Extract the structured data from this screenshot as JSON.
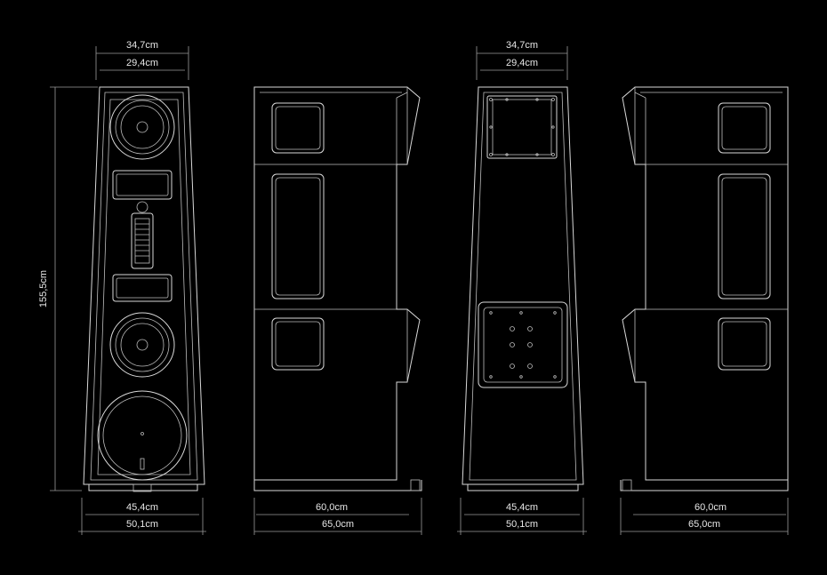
{
  "views": {
    "front": {
      "top_outer": "34,7cm",
      "top_inner": "29,4cm",
      "height": "155,5cm",
      "base_inner": "45,4cm",
      "base_outer": "50,1cm"
    },
    "side_left": {
      "base_inner": "60,0cm",
      "base_outer": "65,0cm"
    },
    "back": {
      "top_outer": "34,7cm",
      "top_inner": "29,4cm",
      "base_inner": "45,4cm",
      "base_outer": "50,1cm"
    },
    "side_right": {
      "base_inner": "60,0cm",
      "base_outer": "65,0cm"
    }
  },
  "colors": {
    "background": "#000000",
    "line": "#d8d8d8"
  }
}
